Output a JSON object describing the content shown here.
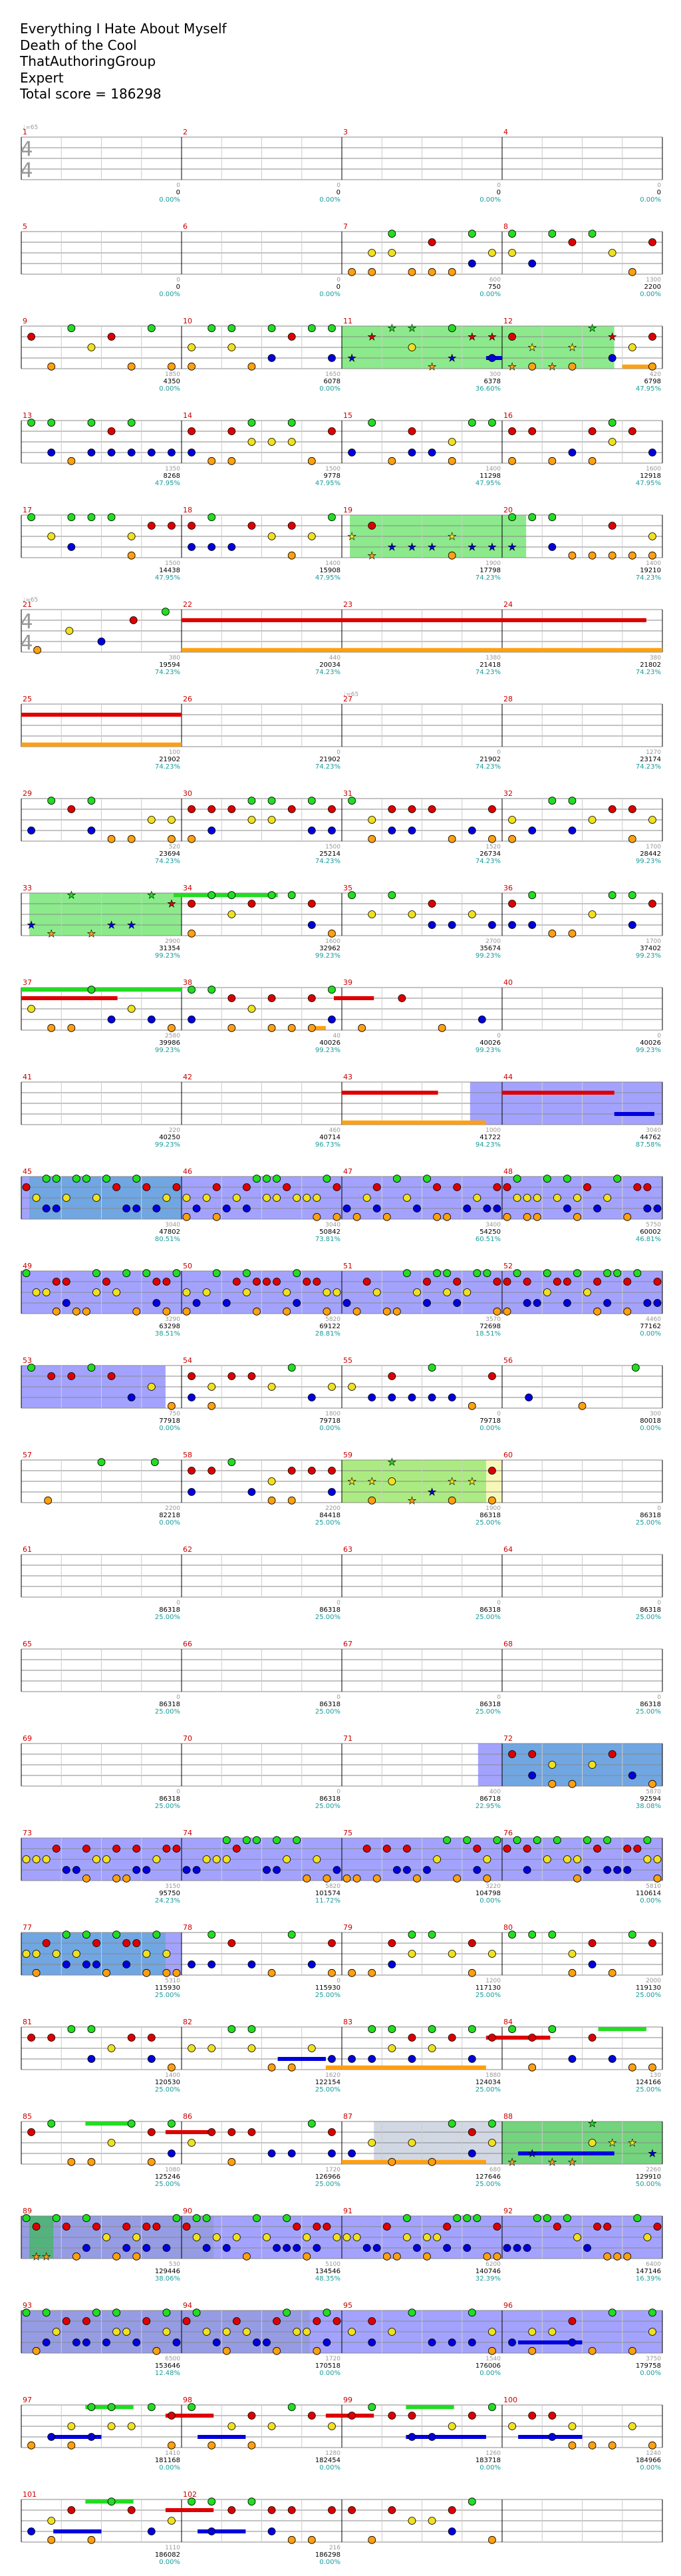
{
  "song": {
    "title": "Everything I Hate About Myself",
    "artist": "Death of the Cool",
    "charter": "ThatAuthoringGroup",
    "difficulty": "Expert",
    "total_score_label": "Total score = 186298"
  },
  "time_signature": {
    "top": "4",
    "bottom": "4"
  },
  "tempo_marks": [
    {
      "row": 0,
      "label": "♩=65"
    },
    {
      "row": 5,
      "label": "♩=65"
    },
    {
      "row": 6,
      "label": "♩=65"
    }
  ],
  "measures": [
    {
      "n": "1",
      "score": "",
      "sp": "",
      "extra": ""
    },
    {
      "n": "2",
      "score": "0",
      "sp": "0.00%",
      "extra": "0"
    },
    {
      "n": "3",
      "score": "0",
      "sp": "0.00%",
      "extra": "0"
    },
    {
      "n": "4",
      "score": "0",
      "sp": "0.00%",
      "extra": "0"
    },
    {
      "n": "5",
      "score": "0",
      "sp": "0.00%",
      "extra": "0"
    },
    {
      "n": "6",
      "score": "0",
      "sp": "0.00%",
      "extra": "0"
    },
    {
      "n": "7",
      "score": "0",
      "sp": "0.00%",
      "extra": "0"
    },
    {
      "n": "8",
      "score": "750",
      "sp": "0.00%",
      "extra": "600"
    },
    {
      "n": "9",
      "score": "2200",
      "sp": "0.00%",
      "extra": "1300"
    },
    {
      "n": "10",
      "score": "4350",
      "sp": "0.00%",
      "extra": "1850"
    },
    {
      "n": "11",
      "score": "6078",
      "sp": "0.00%",
      "extra": "1650"
    },
    {
      "n": "12",
      "score": "6378",
      "sp": "36.60%",
      "extra": "300"
    },
    {
      "n": "13",
      "score": "6798",
      "sp": "47.95%",
      "extra": "420"
    },
    {
      "n": "14",
      "score": "8268",
      "sp": "47.95%",
      "extra": "1350"
    },
    {
      "n": "15",
      "score": "9778",
      "sp": "47.95%",
      "extra": "1500"
    },
    {
      "n": "16",
      "score": "11298",
      "sp": "47.95%",
      "extra": "1400"
    },
    {
      "n": "17",
      "score": "12918",
      "sp": "47.95%",
      "extra": "1600"
    },
    {
      "n": "18",
      "score": "14438",
      "sp": "47.95%",
      "extra": "1500"
    },
    {
      "n": "19",
      "score": "15908",
      "sp": "47.95%",
      "extra": "1400"
    },
    {
      "n": "20",
      "score": "17798",
      "sp": "74.23%",
      "extra": "1900"
    },
    {
      "n": "21",
      "score": "19210",
      "sp": "74.23%",
      "extra": "1400"
    },
    {
      "n": "22",
      "score": "19594",
      "sp": "74.23%",
      "extra": "380"
    },
    {
      "n": "23",
      "score": "20034",
      "sp": "74.23%",
      "extra": "440"
    },
    {
      "n": "24",
      "score": "21418",
      "sp": "74.23%",
      "extra": "1380"
    },
    {
      "n": "25",
      "score": "21802",
      "sp": "74.23%",
      "extra": "380"
    },
    {
      "n": "26",
      "score": "21902",
      "sp": "74.23%",
      "extra": "100"
    },
    {
      "n": "27",
      "score": "21902",
      "sp": "74.23%",
      "extra": "0"
    },
    {
      "n": "28",
      "score": "21902",
      "sp": "74.23%",
      "extra": "0"
    },
    {
      "n": "29",
      "score": "23174",
      "sp": "74.23%",
      "extra": "1270"
    },
    {
      "n": "30",
      "score": "23694",
      "sp": "74.23%",
      "extra": "520"
    },
    {
      "n": "31",
      "score": "25214",
      "sp": "74.23%",
      "extra": "1500"
    },
    {
      "n": "32",
      "score": "26734",
      "sp": "74.23%",
      "extra": "1520"
    },
    {
      "n": "33",
      "score": "28442",
      "sp": "99.23%",
      "extra": "1700"
    },
    {
      "n": "34",
      "score": "31354",
      "sp": "99.23%",
      "extra": "2900"
    },
    {
      "n": "35",
      "score": "32962",
      "sp": "99.23%",
      "extra": "1600"
    },
    {
      "n": "36",
      "score": "35674",
      "sp": "99.23%",
      "extra": "2700"
    },
    {
      "n": "37",
      "score": "37402",
      "sp": "99.23%",
      "extra": "1700"
    },
    {
      "n": "38",
      "score": "39986",
      "sp": "99.23%",
      "extra": "2580"
    },
    {
      "n": "39",
      "score": "40026",
      "sp": "99.23%",
      "extra": "40"
    },
    {
      "n": "40",
      "score": "40026",
      "sp": "99.23%",
      "extra": "0"
    },
    {
      "n": "41",
      "score": "40026",
      "sp": "99.23%",
      "extra": "0"
    },
    {
      "n": "42",
      "score": "40250",
      "sp": "99.23%",
      "extra": "220"
    },
    {
      "n": "43",
      "score": "40714",
      "sp": "96.73%",
      "extra": "460"
    },
    {
      "n": "44",
      "score": "41722",
      "sp": "94.23%",
      "extra": "1000"
    },
    {
      "n": "45",
      "score": "44762",
      "sp": "87.58%",
      "extra": "3040"
    },
    {
      "n": "46",
      "score": "47802",
      "sp": "80.51%",
      "extra": "3040"
    },
    {
      "n": "47",
      "score": "50842",
      "sp": "73.81%",
      "extra": "3040"
    },
    {
      "n": "48",
      "score": "54250",
      "sp": "60.51%",
      "extra": "3400"
    },
    {
      "n": "49",
      "score": "60002",
      "sp": "46.81%",
      "extra": "5750"
    },
    {
      "n": "50",
      "score": "63298",
      "sp": "38.51%",
      "extra": "3290"
    },
    {
      "n": "51",
      "score": "69122",
      "sp": "28.81%",
      "extra": "5820"
    },
    {
      "n": "52",
      "score": "72698",
      "sp": "18.51%",
      "extra": "3570"
    },
    {
      "n": "53",
      "score": "77162",
      "sp": "0.00%",
      "extra": "4460"
    },
    {
      "n": "54",
      "score": "77918",
      "sp": "0.00%",
      "extra": "750"
    },
    {
      "n": "55",
      "score": "79718",
      "sp": "0.00%",
      "extra": "1800"
    },
    {
      "n": "56",
      "score": "79718",
      "sp": "0.00%",
      "extra": "0"
    },
    {
      "n": "57",
      "score": "80018",
      "sp": "0.00%",
      "extra": "300"
    },
    {
      "n": "58",
      "score": "82218",
      "sp": "0.00%",
      "extra": "2200"
    },
    {
      "n": "59",
      "score": "84418",
      "sp": "25.00%",
      "extra": "2200"
    },
    {
      "n": "60",
      "score": "86318",
      "sp": "25.00%",
      "extra": "1900"
    },
    {
      "n": "61",
      "score": "86318",
      "sp": "25.00%",
      "extra": "0"
    },
    {
      "n": "62",
      "score": "86318",
      "sp": "25.00%",
      "extra": "0"
    },
    {
      "n": "63",
      "score": "86318",
      "sp": "25.00%",
      "extra": "0"
    },
    {
      "n": "64",
      "score": "86318",
      "sp": "25.00%",
      "extra": "0"
    },
    {
      "n": "65",
      "score": "86318",
      "sp": "25.00%",
      "extra": "0"
    },
    {
      "n": "66",
      "score": "86318",
      "sp": "25.00%",
      "extra": "0"
    },
    {
      "n": "67",
      "score": "86318",
      "sp": "25.00%",
      "extra": "0"
    },
    {
      "n": "68",
      "score": "86318",
      "sp": "25.00%",
      "extra": "0"
    },
    {
      "n": "69",
      "score": "86318",
      "sp": "25.00%",
      "extra": "0"
    },
    {
      "n": "70",
      "score": "86318",
      "sp": "25.00%",
      "extra": "0"
    },
    {
      "n": "71",
      "score": "86318",
      "sp": "25.00%",
      "extra": "0"
    },
    {
      "n": "72",
      "score": "86718",
      "sp": "22.95%",
      "extra": "400"
    },
    {
      "n": "73",
      "score": "92594",
      "sp": "38.08%",
      "extra": "5870"
    },
    {
      "n": "74",
      "score": "95750",
      "sp": "24.23%",
      "extra": "3150"
    },
    {
      "n": "75",
      "score": "101574",
      "sp": "11.72%",
      "extra": "5820"
    },
    {
      "n": "76",
      "score": "104798",
      "sp": "0.00%",
      "extra": "3220"
    },
    {
      "n": "77",
      "score": "110614",
      "sp": "0.00%",
      "extra": "5810"
    },
    {
      "n": "78",
      "score": "115930",
      "sp": "25.00%",
      "extra": "5310"
    },
    {
      "n": "79",
      "score": "115930",
      "sp": "25.00%",
      "extra": "0"
    },
    {
      "n": "80",
      "score": "117130",
      "sp": "25.00%",
      "extra": "1200"
    },
    {
      "n": "81",
      "score": "119130",
      "sp": "25.00%",
      "extra": "2000"
    },
    {
      "n": "82",
      "score": "120530",
      "sp": "25.00%",
      "extra": "1400"
    },
    {
      "n": "83",
      "score": "122154",
      "sp": "25.00%",
      "extra": "1620"
    },
    {
      "n": "84",
      "score": "124034",
      "sp": "25.00%",
      "extra": "1880"
    },
    {
      "n": "85",
      "score": "124166",
      "sp": "25.00%",
      "extra": "130"
    },
    {
      "n": "86",
      "score": "125246",
      "sp": "25.00%",
      "extra": "1080"
    },
    {
      "n": "87",
      "score": "126966",
      "sp": "25.00%",
      "extra": "1720"
    },
    {
      "n": "88",
      "score": "127646",
      "sp": "25.00%",
      "extra": "680"
    },
    {
      "n": "89",
      "score": "129910",
      "sp": "50.00%",
      "extra": "2260"
    },
    {
      "n": "90",
      "score": "129446",
      "sp": "38.06%",
      "extra": "530"
    },
    {
      "n": "91",
      "score": "134546",
      "sp": "48.35%",
      "extra": "5100"
    },
    {
      "n": "92",
      "score": "140746",
      "sp": "32.39%",
      "extra": "6200"
    },
    {
      "n": "93",
      "score": "147146",
      "sp": "16.39%",
      "extra": "6400"
    },
    {
      "n": "94",
      "score": "153646",
      "sp": "12.48%",
      "extra": "6500"
    },
    {
      "n": "95",
      "score": "170518",
      "sp": "0.00%",
      "extra": "1720"
    },
    {
      "n": "96",
      "score": "176006",
      "sp": "0.00%",
      "extra": "1540"
    },
    {
      "n": "97",
      "score": "179758",
      "sp": "0.00%",
      "extra": "3750"
    },
    {
      "n": "98",
      "score": "181168",
      "sp": "0.00%",
      "extra": "1410"
    },
    {
      "n": "99",
      "score": "182454",
      "sp": "0.00%",
      "extra": "1280"
    },
    {
      "n": "100",
      "score": "183718",
      "sp": "0.00%",
      "extra": "1260"
    },
    {
      "n": "101",
      "score": "184966",
      "sp": "0.00%",
      "extra": "1240"
    },
    {
      "n": "102",
      "score": "186082",
      "sp": "0.00%",
      "extra": "1110"
    },
    {
      "n": "",
      "score": "186298",
      "sp": "0.00%",
      "extra": "216"
    }
  ],
  "colors": {
    "staff": "#000000",
    "measure_number": "#cc0000",
    "score": "#000000",
    "sp_percent": "#1a9b9b",
    "extra_score": "#999999",
    "green_note": "#22dd22",
    "red_note": "#dd0000",
    "yellow_note": "#f0e020",
    "blue_note": "#0000dd",
    "orange_note": "#ffa010",
    "sp_phrase": "#00d000",
    "sp_activation": "#3333ff",
    "unison": "#5aa7d6",
    "solo": "#7f8fb0"
  }
}
